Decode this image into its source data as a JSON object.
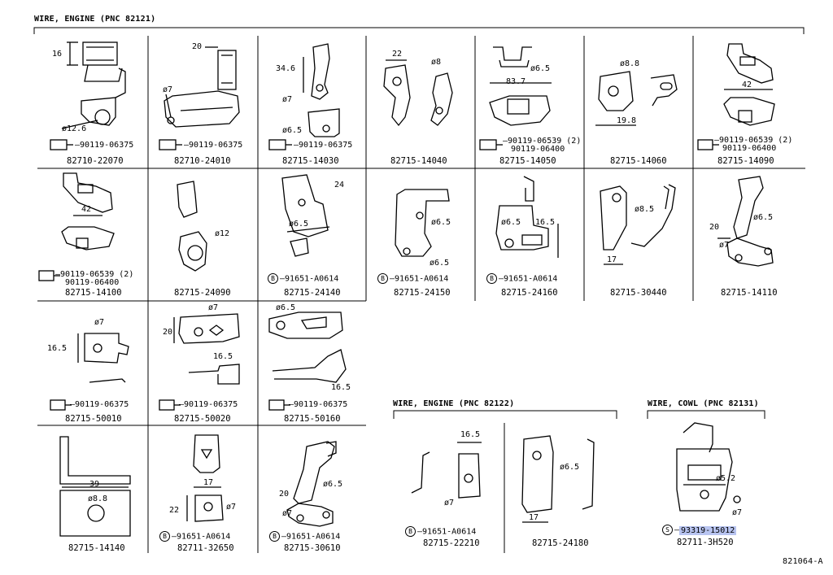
{
  "headers": {
    "main": "WIRE, ENGINE (PNC 82121)",
    "engine2": "WIRE, ENGINE (PNC 82122)",
    "cowl": "WIRE, COWL (PNC 82131)",
    "figure_id": "821064-A"
  },
  "cells": [
    {
      "part": "82710-22070",
      "bolt": "90119-06375",
      "dims": [
        "16",
        "ø12.6"
      ]
    },
    {
      "part": "82710-24010",
      "bolt": "90119-06375",
      "dims": [
        "20",
        "ø7"
      ]
    },
    {
      "part": "82715-14030",
      "bolt": "90119-06375",
      "dims": [
        "34.6",
        "ø7",
        "ø6.5"
      ]
    },
    {
      "part": "82715-14040",
      "dims": [
        "22",
        "ø8"
      ]
    },
    {
      "part": "82715-14050",
      "bolt": "90119-06539 (2)",
      "bolt2": "90119-06400",
      "dims": [
        "ø6.5",
        "83.7"
      ]
    },
    {
      "part": "82715-14060",
      "dims": [
        "ø8.8",
        "19.8"
      ]
    },
    {
      "part": "82715-14090",
      "bolt": "90119-06539 (2)",
      "bolt2": "90119-06400",
      "dims": [
        "42"
      ]
    },
    {
      "part": "82715-14100",
      "bolt": "90119-06539 (2)",
      "bolt2": "90119-06400",
      "dims": [
        "42"
      ]
    },
    {
      "part": "82715-24090",
      "dims": [
        "ø12"
      ]
    },
    {
      "part": "82715-24140",
      "bolt": "91651-A0614",
      "dims": [
        "24",
        "ø6.5"
      ]
    },
    {
      "part": "82715-24150",
      "bolt": "91651-A0614",
      "dims": [
        "ø6.5",
        "ø6.5"
      ]
    },
    {
      "part": "82715-24160",
      "bolt": "91651-A0614",
      "dims": [
        "ø6.5",
        "16.5"
      ]
    },
    {
      "part": "82715-30440",
      "dims": [
        "ø8.5",
        "17"
      ]
    },
    {
      "part": "82715-14110",
      "dims": [
        "20",
        "ø6.5",
        "ø7"
      ]
    },
    {
      "part": "82715-50010",
      "bolt": "90119-06375",
      "dims": [
        "ø7",
        "16.5"
      ]
    },
    {
      "part": "82715-50020",
      "bolt": "90119-06375",
      "dims": [
        "ø7",
        "20",
        "16.5"
      ]
    },
    {
      "part": "82715-50160",
      "bolt": "90119-06375",
      "dims": [
        "ø6.5",
        "16.5"
      ]
    },
    {
      "part": "82715-14140",
      "dims": [
        "39",
        "ø8.8"
      ]
    },
    {
      "part": "82711-32650",
      "bolt": "91651-A0614",
      "dims": [
        "17",
        "22",
        "ø7"
      ]
    },
    {
      "part": "82715-30610",
      "bolt": "91651-A0614",
      "dims": [
        "20",
        "ø6.5",
        "ø7"
      ]
    },
    {
      "part": "82715-22210",
      "bolt": "91651-A0614",
      "dims": [
        "16.5",
        "ø7"
      ]
    },
    {
      "part": "82715-24180",
      "dims": [
        "ø6.5",
        "17"
      ]
    },
    {
      "part": "82711-3H520",
      "bolt": "93319-15012",
      "dims": [
        "ø5.2",
        "ø7"
      ]
    }
  ],
  "symbols": {
    "b": "B",
    "s": "S"
  },
  "colors": {
    "highlight": "#b8c4f0",
    "line": "#000000"
  }
}
